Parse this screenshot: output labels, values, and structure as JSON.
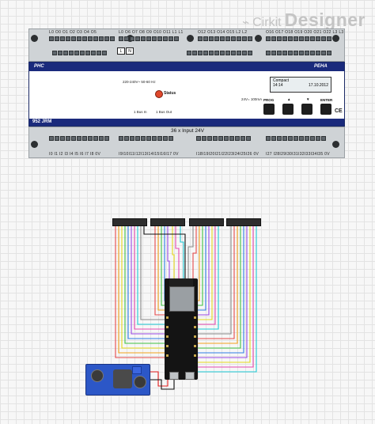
{
  "watermark": {
    "brand": "Cirkit",
    "product": "Designer"
  },
  "plc": {
    "top_labels": [
      "L0",
      "O0",
      "O1",
      "O2",
      "O3",
      "O4",
      "O5",
      "L0",
      "O6",
      "O7",
      "O8",
      "O9",
      "O10",
      "O11",
      "L1",
      "L1",
      "O12",
      "O13",
      "O14",
      "O15",
      "L2",
      "L2",
      "O16",
      "O17",
      "O18",
      "O19",
      "O20",
      "O21",
      "O22",
      "L3",
      "L3"
    ],
    "power_terminals": [
      "L",
      "N"
    ],
    "brand_left": "PHC",
    "brand_right": "PEHA",
    "lcd": {
      "line1": "Compact",
      "time": "14:14",
      "date": "17.10.2012"
    },
    "status_label": "Status",
    "voltage_text": "220-240V~ 50-60 Hz",
    "buttons": [
      "PROG",
      "▲",
      "▼",
      "ENTER"
    ],
    "model": "952 JRM",
    "bus_in": "1 Bus In",
    "bus_out": "1 Bus Out",
    "supply_text": "24V= 100mA",
    "ce": "CE",
    "input_header": "36 x Input 24V",
    "bottom_labels": [
      "I0",
      "I1",
      "I2",
      "I3",
      "I4",
      "I5",
      "I6",
      "I7",
      "I8",
      "0V",
      "I9",
      "I10",
      "I11",
      "I12",
      "I13",
      "I14",
      "I15",
      "I16",
      "I17",
      "0V",
      "I18",
      "I19",
      "I20",
      "I21",
      "I22",
      "I23",
      "I24",
      "I25",
      "I26",
      "0V",
      "I27",
      "I28",
      "I29",
      "I30",
      "I31",
      "I32",
      "I33",
      "I34",
      "I35",
      "0V"
    ]
  }
}
